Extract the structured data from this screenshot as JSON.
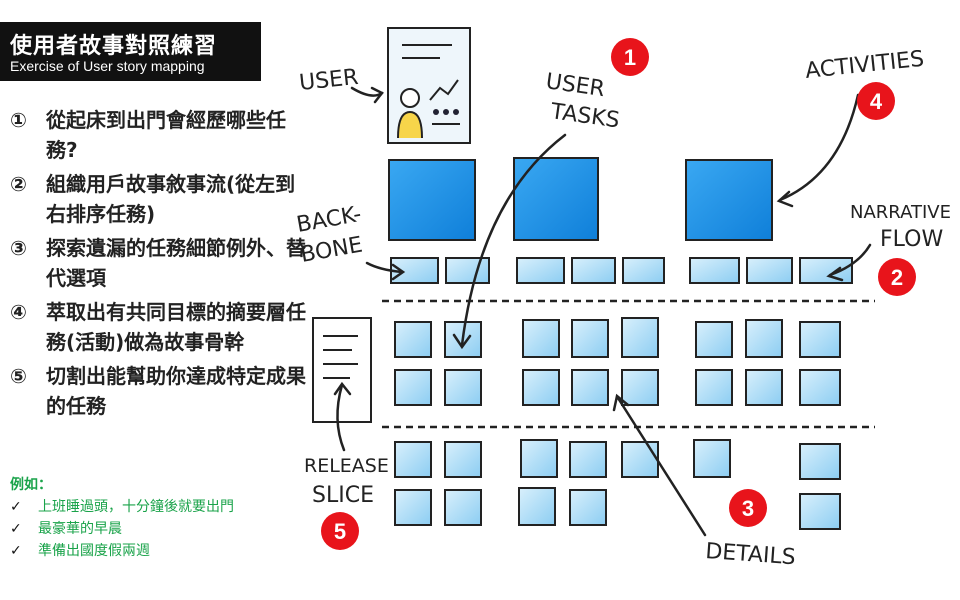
{
  "header": {
    "title": "使用者故事對照練習",
    "subtitle": "Exercise of User story mapping"
  },
  "steps": [
    {
      "num": "①",
      "text": "從起床到出門會經歷哪些任務?"
    },
    {
      "num": "②",
      "text": "組織用戶故事敘事流(從左到右排序任務)"
    },
    {
      "num": "③",
      "text": "探索遺漏的任務細節例外、替代選項"
    },
    {
      "num": "④",
      "text": "萃取出有共同目標的摘要層任務(活動)做為故事骨幹"
    },
    {
      "num": "⑤",
      "text": "切割出能幫助你達成特定成果的任務"
    }
  ],
  "examples": {
    "title": "例如：",
    "check": "✓",
    "items": [
      "上班睡過頭，十分鐘後就要出門",
      "最豪華的早晨",
      "準備出國度假兩週"
    ]
  },
  "labels": {
    "user": "USER",
    "user_tasks_1": "USER",
    "user_tasks_2": "TASKS",
    "activities": "ACTIVITIES",
    "backbone_1": "BACK-",
    "backbone_2": "BONE",
    "narrative_1": "NARRATIVE",
    "narrative_2": "FLOW",
    "release_1": "RELEASE",
    "release_2": "SLICE",
    "details": "DETAILS"
  },
  "badges": [
    "1",
    "2",
    "3",
    "4",
    "5"
  ],
  "colors": {
    "activity_blue": "#1e90ea",
    "task_blue": "#9fd4f4",
    "badge_red": "#e8141b",
    "example_green": "#1aa34a",
    "title_bg": "#111111"
  }
}
